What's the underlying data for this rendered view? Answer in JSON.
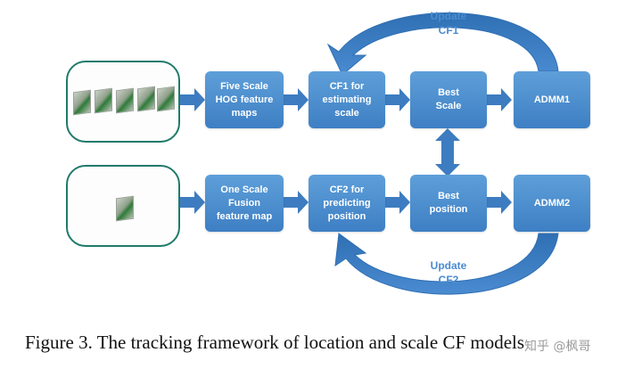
{
  "diagram": {
    "row1": {
      "feature_box": "Five Scale\nHOG feature\nmaps",
      "cf_box": "CF1 for\nestimating\nscale",
      "best_box": "Best\nScale",
      "admm_box": "ADMM1",
      "update_label": "Update\nCF1"
    },
    "row2": {
      "feature_box": "One Scale\nFusion\nfeature map",
      "cf_box": "CF2 for\npredicting\nposition",
      "best_box": "Best\nposition",
      "admm_box": "ADMM2",
      "update_label": "Update\nCF2"
    },
    "colors": {
      "box": "#4a8bd1",
      "arrow": "#3d7cc0",
      "image_border": "#1f7a6b"
    }
  },
  "caption": "Figure 3. The tracking framework of location and scale CF models",
  "watermark": "知乎 @枫哥"
}
